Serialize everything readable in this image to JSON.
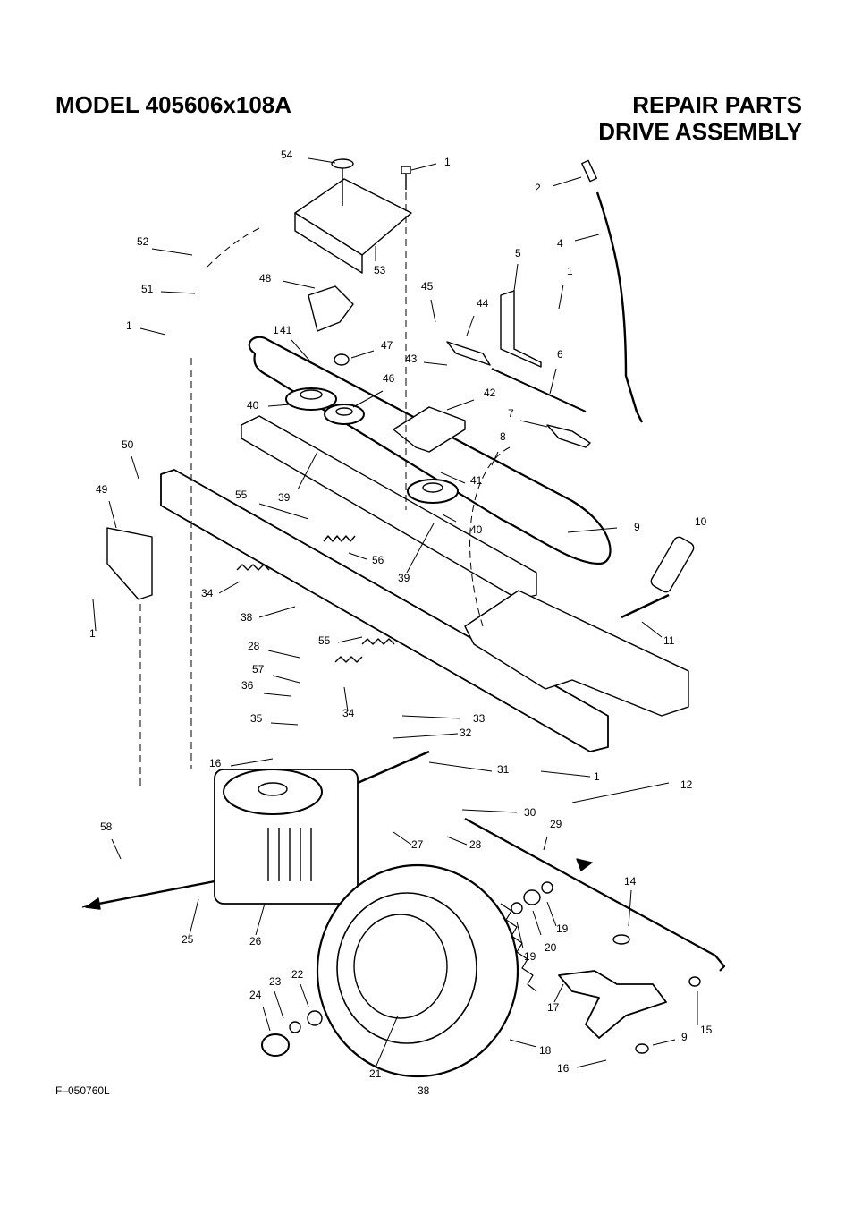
{
  "header": {
    "model_title": "MODEL 405606x108A",
    "section_title": "REPAIR PARTS",
    "assembly_title": "DRIVE ASSEMBLY"
  },
  "footer": {
    "figure_code": "F–050760L",
    "page_number": "38"
  },
  "callouts": [
    "54",
    "1",
    "2",
    "4",
    "52",
    "53",
    "5",
    "1",
    "51",
    "48",
    "45",
    "44",
    "1",
    "1",
    "47",
    "41",
    "43",
    "6",
    "40",
    "46",
    "42",
    "7",
    "8",
    "50",
    "49",
    "55",
    "39",
    "41",
    "40",
    "9",
    "10",
    "56",
    "39",
    "34",
    "38",
    "11",
    "1",
    "55",
    "28",
    "57",
    "36",
    "34",
    "33",
    "35",
    "32",
    "16",
    "31",
    "1",
    "12",
    "30",
    "58",
    "29",
    "27",
    "28",
    "14",
    "25",
    "26",
    "19",
    "20",
    "19",
    "23",
    "22",
    "24",
    "17",
    "9",
    "15",
    "21",
    "18",
    "16"
  ]
}
